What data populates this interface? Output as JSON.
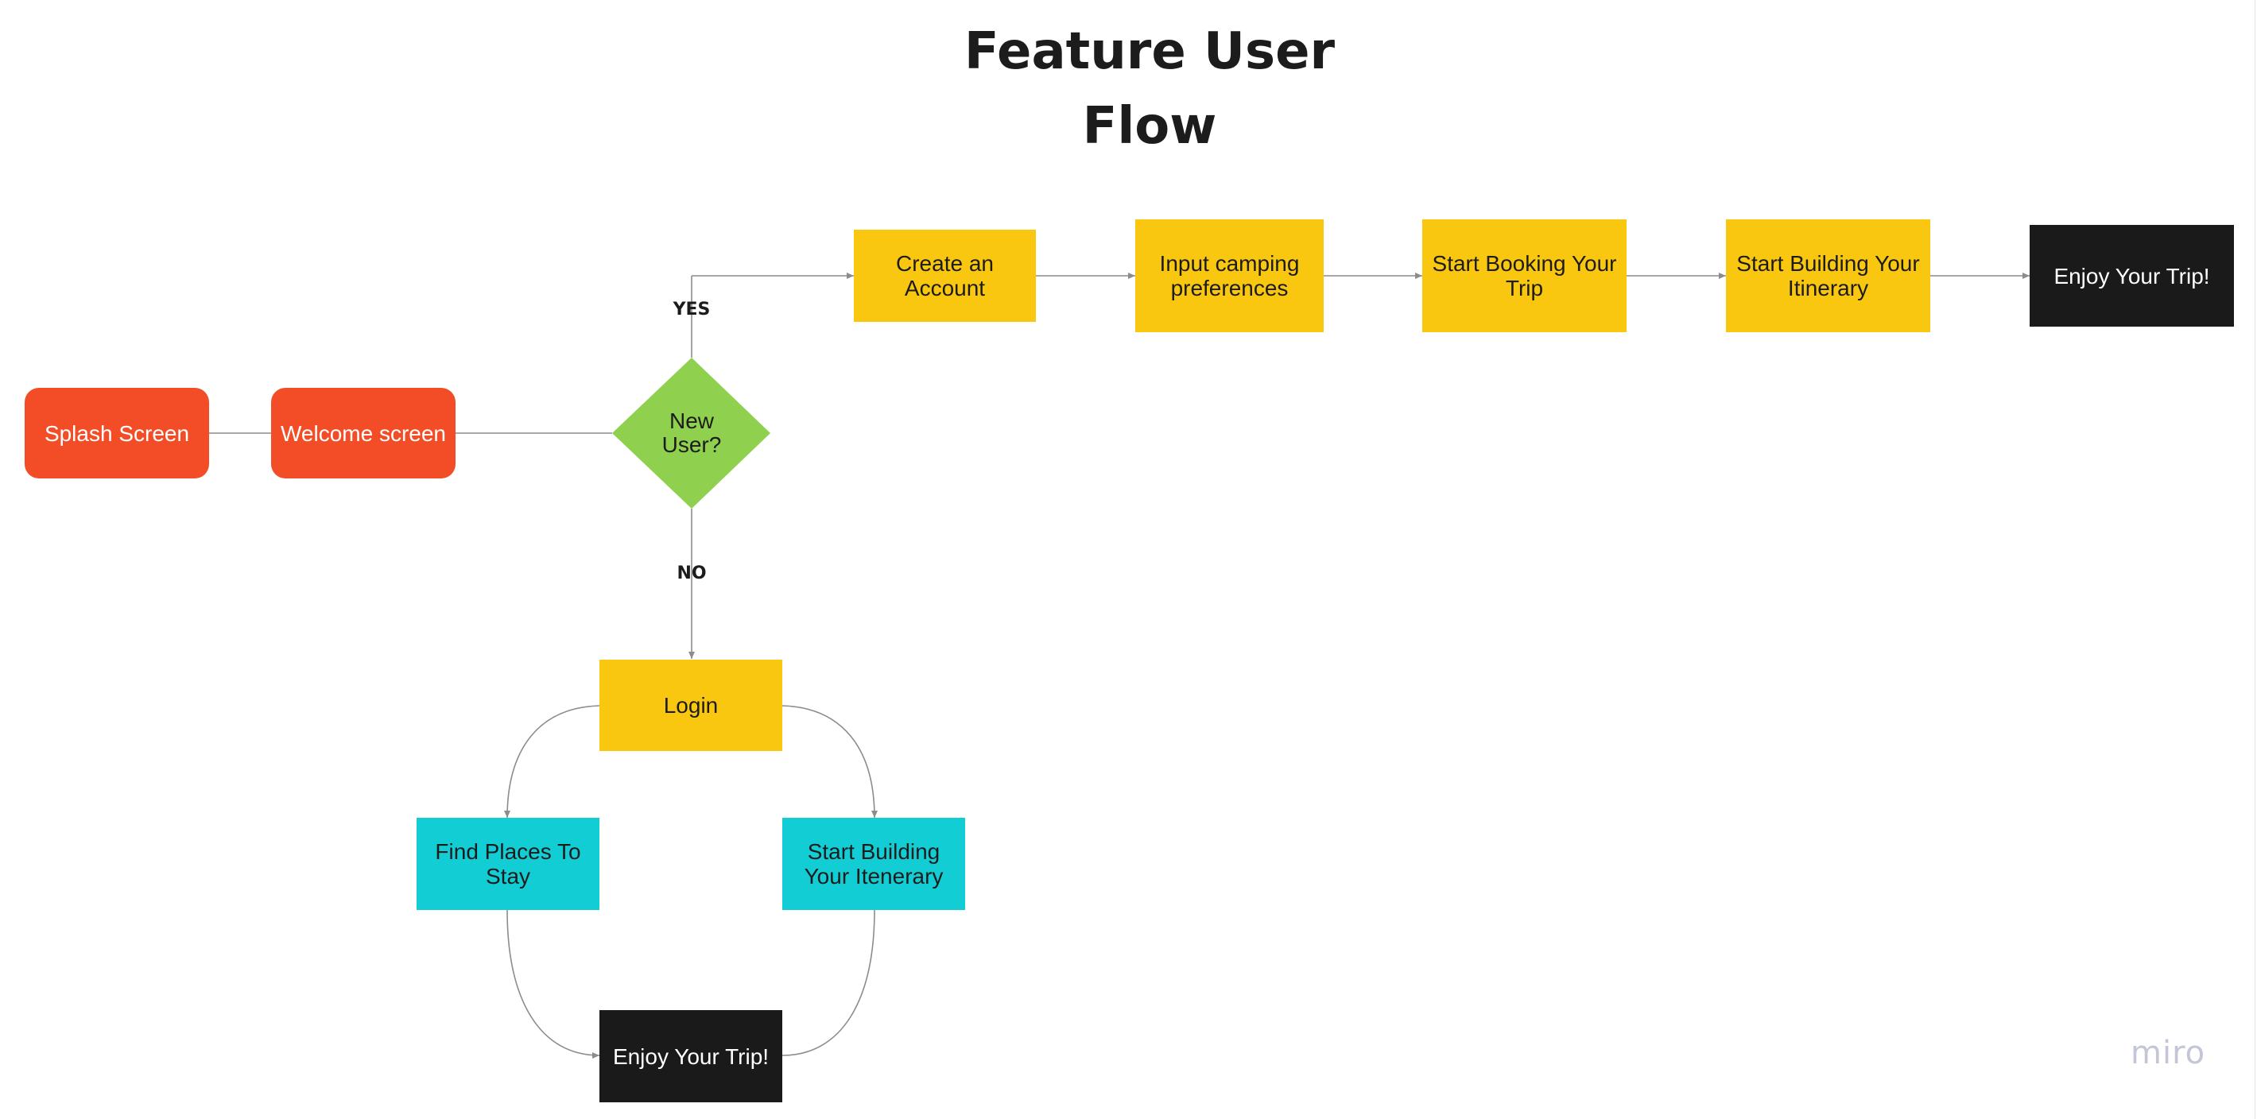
{
  "diagram": {
    "title_line1": "Feature User",
    "title_line2": "Flow",
    "watermark": "miro",
    "colors": {
      "start": "#f24d26",
      "decision": "#8fd14f",
      "step": "#fac710",
      "branch": "#12cdd4",
      "end": "#1a1a1a",
      "connector": "#8c8c8c"
    },
    "nodes": {
      "splash": "Splash Screen",
      "welcome": "Welcome screen",
      "decision": "New\nUser?",
      "create_account": "Create an Account",
      "camping_prefs": "Input camping preferences",
      "start_booking": "Start Booking Your Trip",
      "start_itinerary": "Start Building Your Itinerary",
      "enjoy_top": "Enjoy Your Trip!",
      "login": "Login",
      "find_places": "Find Places To Stay",
      "start_itenerary": "Start Building Your Itenerary",
      "enjoy_bottom": "Enjoy Your Trip!"
    },
    "edge_labels": {
      "yes": "YES",
      "no": "NO"
    }
  }
}
